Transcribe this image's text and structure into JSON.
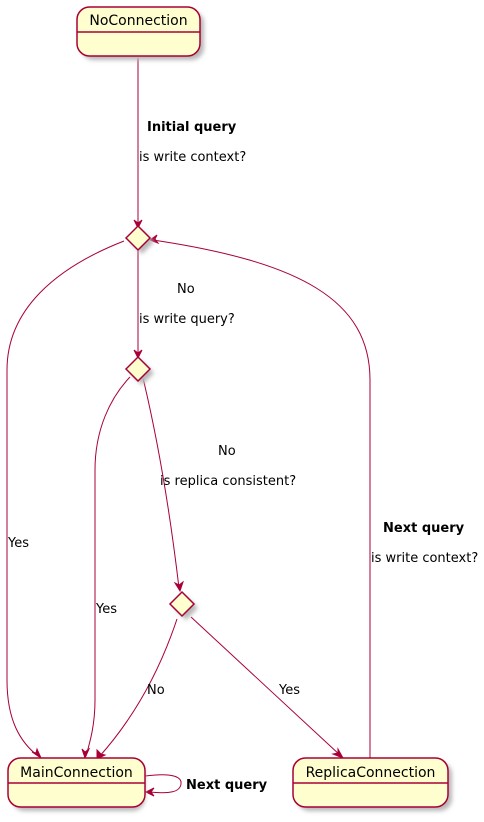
{
  "colors": {
    "line": "#a80036",
    "fill": "#fefece",
    "shadow": "#b8b8b8",
    "background": "#ffffff"
  },
  "states": {
    "no_connection": "NoConnection",
    "main_connection": "MainConnection",
    "replica_connection": "ReplicaConnection"
  },
  "edges": {
    "initial_query": {
      "title": "Initial query",
      "condition": "is write context?"
    },
    "write_query": {
      "answer": "No",
      "condition": "is write query?"
    },
    "replica_consistent": {
      "answer": "No",
      "condition": "is replica consistent?"
    },
    "choice1_yes": "Yes",
    "choice2_yes": "Yes",
    "choice3_no": "No",
    "choice3_yes": "Yes",
    "next_query_replica": {
      "title": "Next query",
      "condition": "is write context?"
    },
    "next_query_main": "Next query"
  }
}
